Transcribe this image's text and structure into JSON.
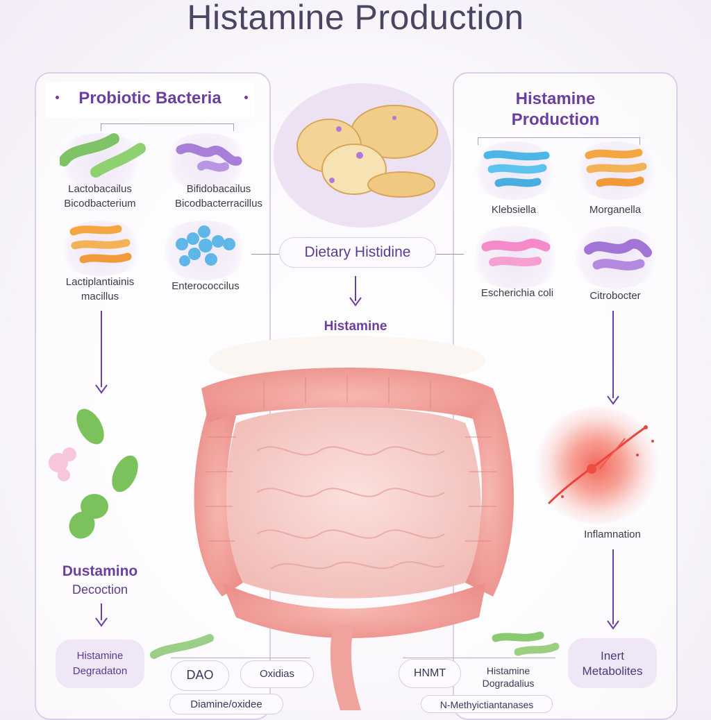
{
  "title": "Histamine Production",
  "left_panel": {
    "heading": "Probiotic Bacteria",
    "bacteria": [
      {
        "line1": "Lactobacailus",
        "line2": "Bicodbacterium"
      },
      {
        "line1": "Bifidobacailus",
        "line2": "Bicodbacterracillus"
      },
      {
        "line1": "Lactiplantiainis",
        "line2": "macillus"
      },
      {
        "line1": "Enterococcilus",
        "line2": ""
      }
    ],
    "outcome_line1": "Dustamino",
    "outcome_line2": "Decoction"
  },
  "right_panel": {
    "heading_line1": "Histamine",
    "heading_line2": "Production",
    "bacteria": [
      {
        "line1": "Klebsiella"
      },
      {
        "line1": "Morganella"
      },
      {
        "line1": "Escherichia coli"
      },
      {
        "line1": "Citrobocter"
      }
    ],
    "outcome": "Inflamnation"
  },
  "center": {
    "dietary": "Dietary Histidine",
    "histamine": "Histamine"
  },
  "bottom": {
    "left_box_line1": "Histamine",
    "left_box_line2": "Degradaton",
    "dao": "DAO",
    "oxidase": "Oxidias",
    "diamine": "Diamine/oxidee",
    "hnmt": "HNMT",
    "hist_deg_line1": "Histamine",
    "hist_deg_line2": "Dogradalius",
    "nmt": "N-Methyictiantanases",
    "right_box_line1": "Inert",
    "right_box_line2": "Metabolites"
  },
  "colors": {
    "accent": "#6b3fa0",
    "panel_border": "#d9cfe6",
    "intestine": "#f2a5a0",
    "inflammation": "#f0584a"
  }
}
